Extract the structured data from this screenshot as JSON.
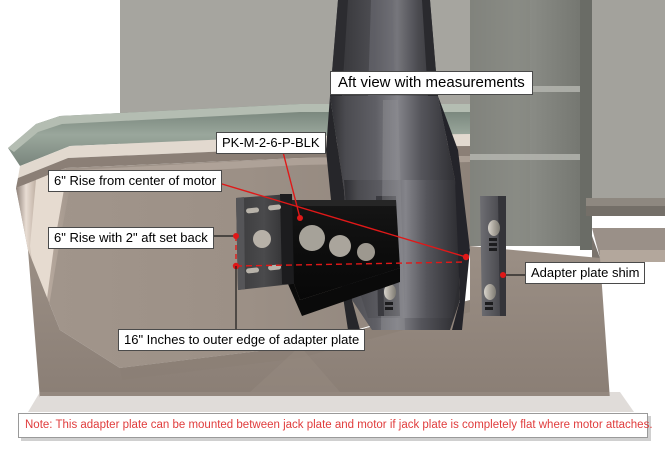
{
  "view": {
    "title": "Aft view with measurements"
  },
  "labels": {
    "part_number": "PK-M-2-6-P-BLK",
    "rise_from_center": "6\" Rise from center of motor",
    "rise_with_setback": "6\" Rise with 2\" aft set back",
    "width_to_outer_edge": "16\" Inches to outer edge of adapter plate",
    "adapter_plate_shim": "Adapter plate shim"
  },
  "note": {
    "text": "Note: This adapter plate can be mounted between jack plate and motor if jack plate is completely flat where motor attaches."
  },
  "colors": {
    "note_text": "#e03c3c",
    "leader_red": "#e01818",
    "leader_black": "#1a1a1a",
    "label_border": "#4a4a4a",
    "label_background": "#ffffff",
    "hull_taupe": "#9b8f86",
    "hull_light": "#cbbdb2",
    "cap_rail_green": "#8d9a90",
    "motor_dark": "#3c3c3e",
    "bracket_black": "#141414",
    "background": "#ffffff"
  }
}
